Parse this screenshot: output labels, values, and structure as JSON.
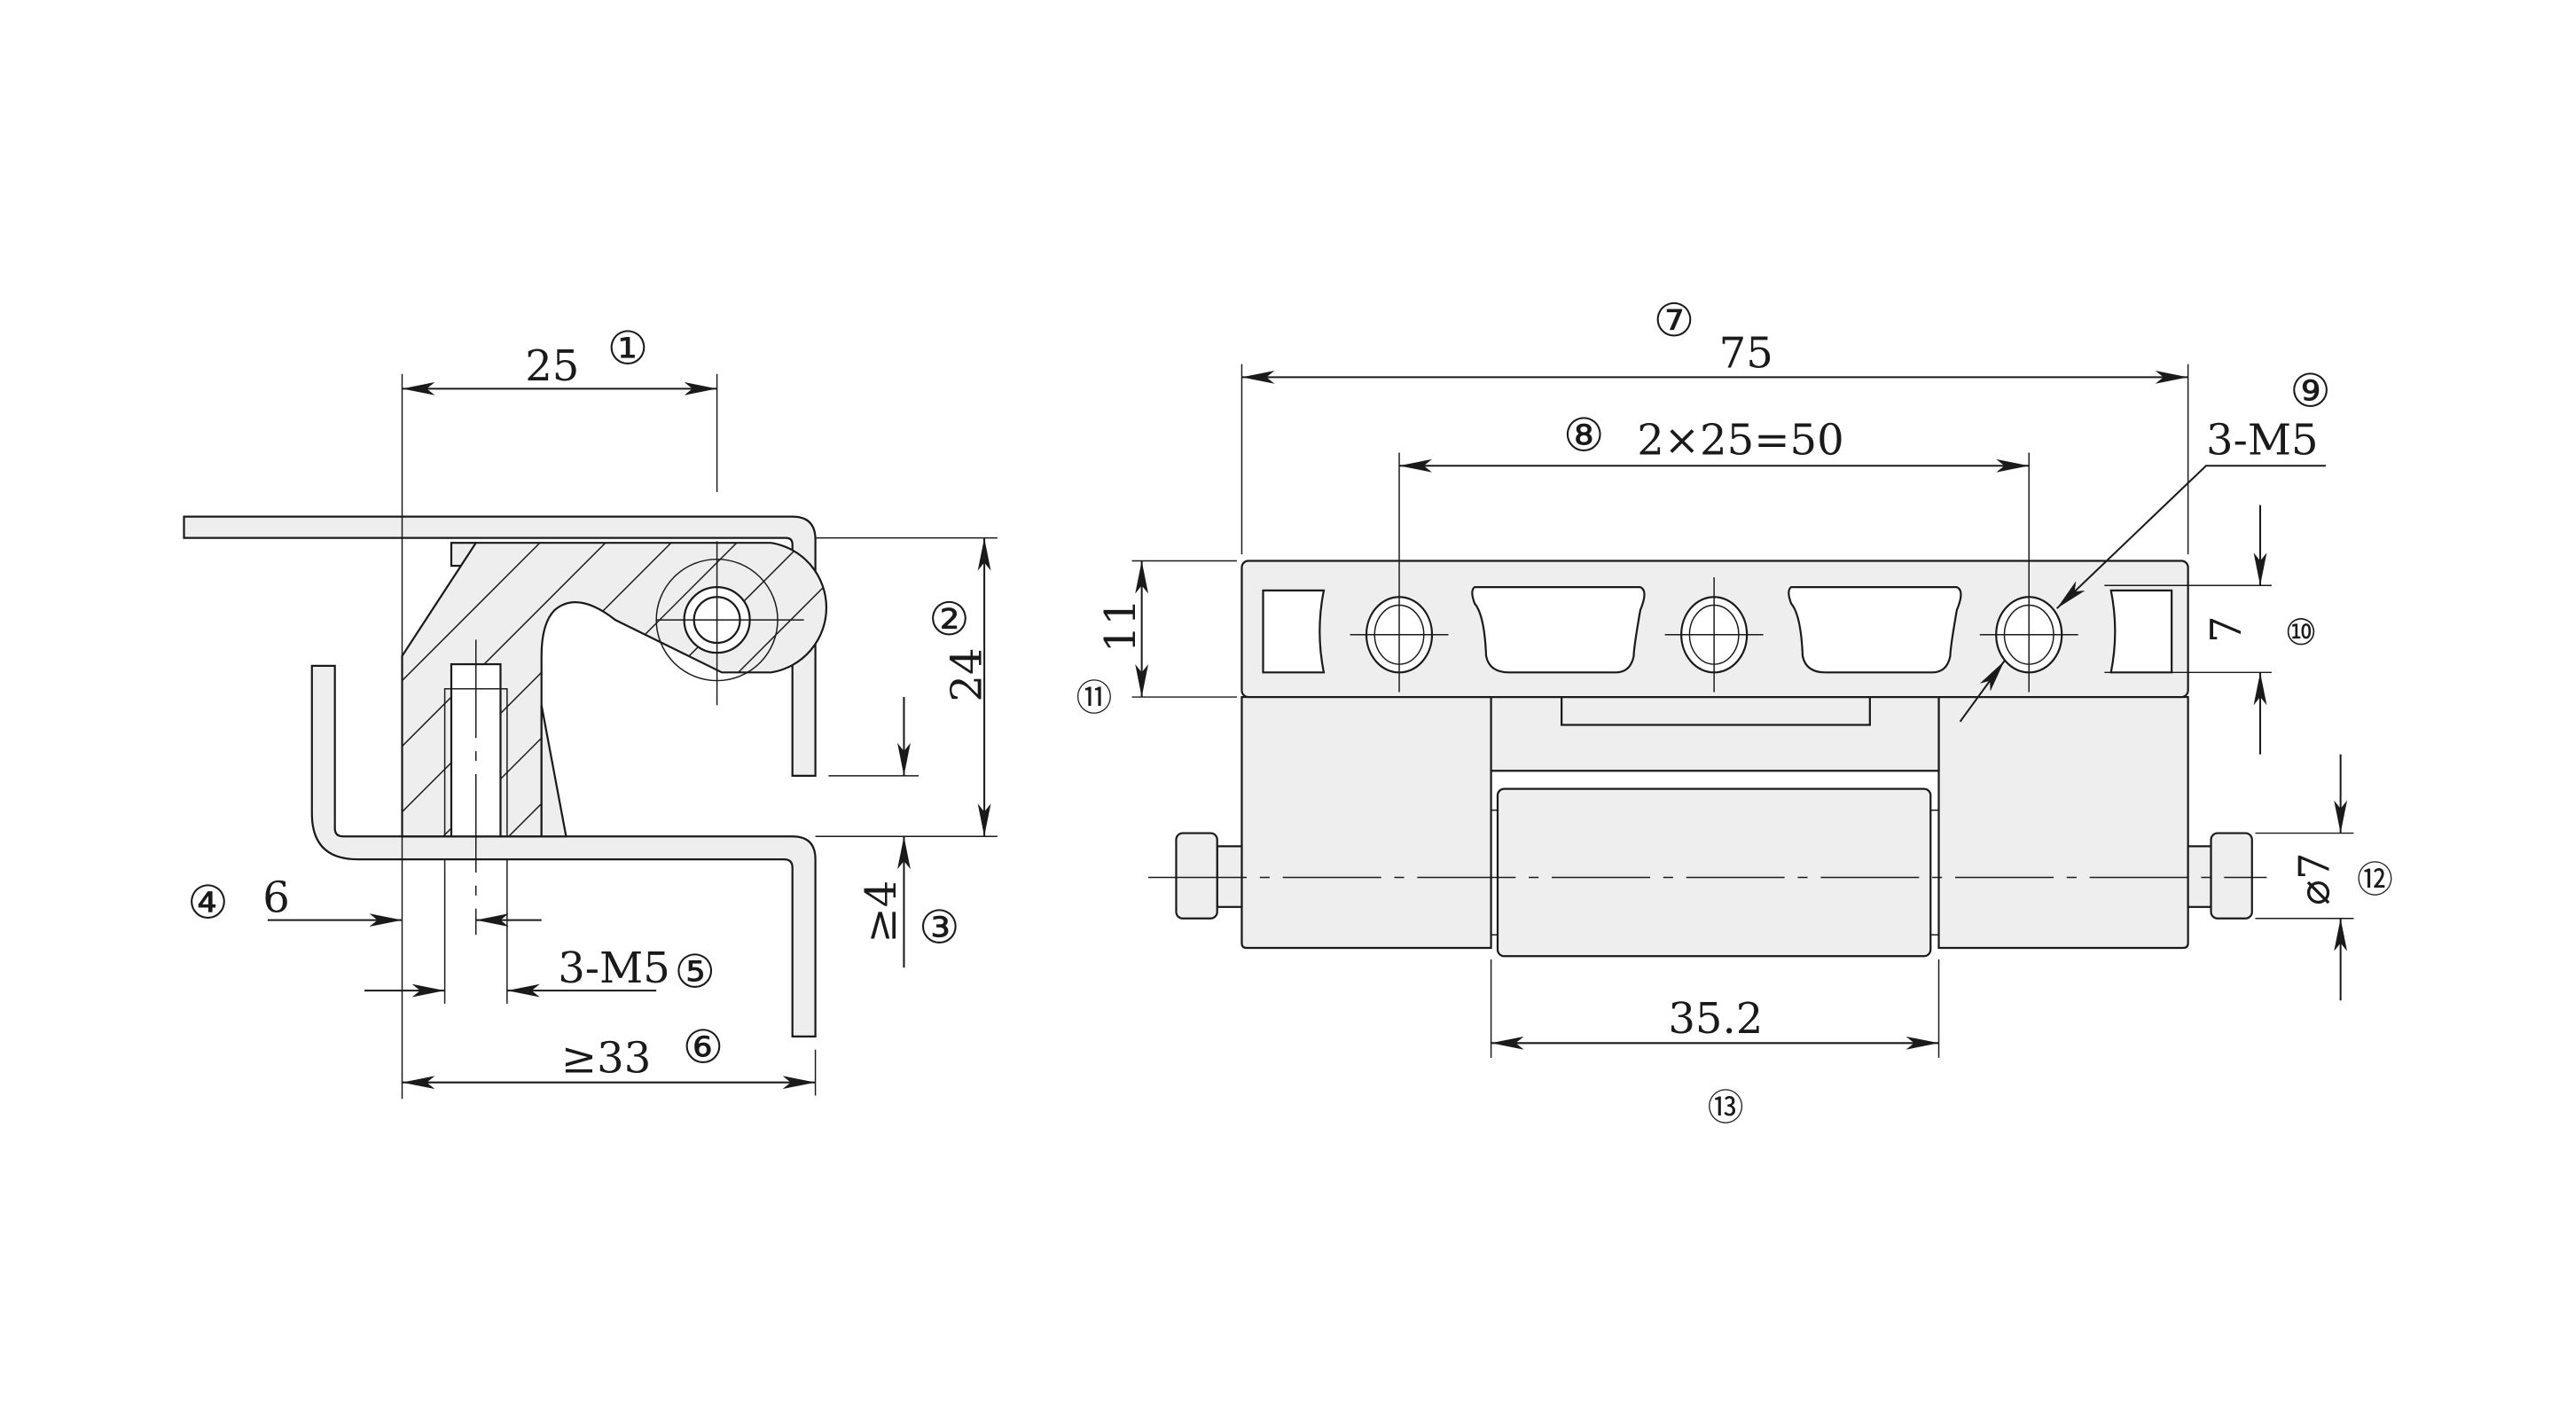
{
  "side_view": {
    "dim_width": {
      "label": "25",
      "callout": "①"
    },
    "dim_height": {
      "label": "24",
      "callout": "②"
    },
    "dim_gap": {
      "label": "≥4",
      "callout": "③"
    },
    "dim_edge": {
      "label": "6",
      "callout": "④"
    },
    "dim_thread": {
      "label": "3-M5",
      "callout": "⑤"
    },
    "dim_overall": {
      "label": "≥33",
      "callout": "⑥"
    }
  },
  "front_view": {
    "dim_length": {
      "label": "75",
      "callout": "⑦"
    },
    "dim_pitch": {
      "label": "2×25=50",
      "callout": "⑧"
    },
    "dim_holes": {
      "label": "3-M5",
      "callout": "⑨"
    },
    "dim_slot": {
      "label": "7",
      "callout": "⑩"
    },
    "dim_leaf": {
      "label": "11",
      "callout": "⑪"
    },
    "dim_pin": {
      "label": "⌀7",
      "callout": "⑫"
    },
    "dim_barrel": {
      "label": "35.2",
      "callout": "⑬"
    }
  }
}
